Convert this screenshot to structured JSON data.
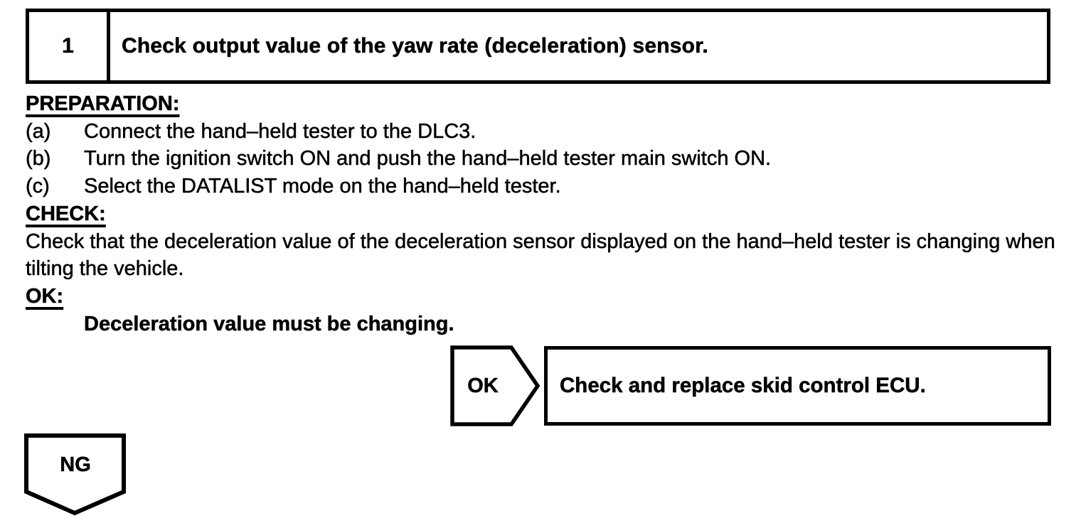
{
  "page": {
    "paper_color": "#ffffff",
    "ink_color": "#000000"
  },
  "step_header": {
    "number": "1",
    "title": "Check output value of the yaw rate (deceleration) sensor."
  },
  "preparation": {
    "heading": "PREPARATION:",
    "items": [
      {
        "label": "(a)",
        "text": "Connect the hand–held tester to the DLC3."
      },
      {
        "label": "(b)",
        "text": "Turn the ignition switch ON and push the hand–held tester main switch ON."
      },
      {
        "label": "(c)",
        "text": "Select the DATALIST mode on the hand–held tester."
      }
    ]
  },
  "check": {
    "heading": "CHECK:",
    "text": "Check that the deceleration value of the deceleration sensor displayed on the hand–held tester is changing when tilting the vehicle."
  },
  "ok_spec": {
    "heading": "OK:",
    "text": "Deceleration value must be changing."
  },
  "flow": {
    "ok_connector_label": "OK",
    "ok_action": "Check and replace skid control ECU.",
    "ng_connector_label": "NG"
  }
}
